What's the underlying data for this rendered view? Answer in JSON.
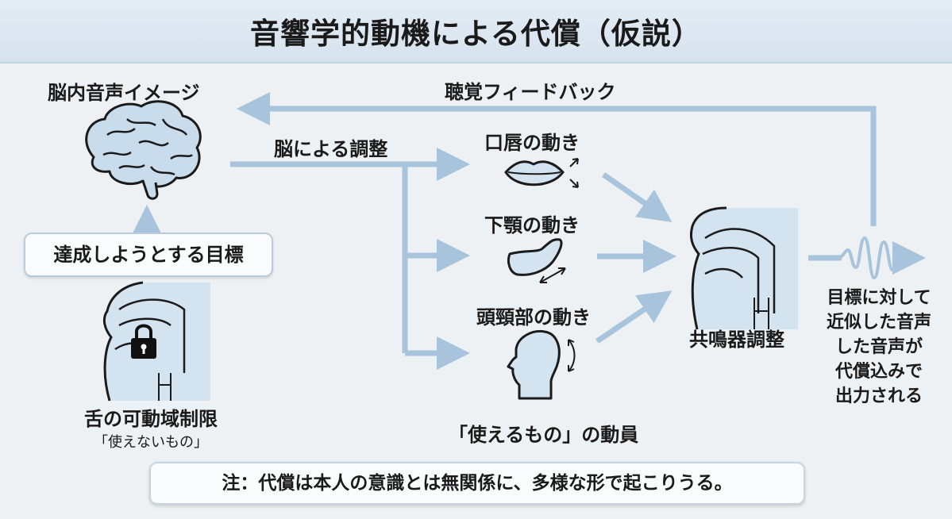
{
  "title": "音響学的動機による代償（仮説）",
  "labels": {
    "brain_image": "脳内音声イメージ",
    "feedback": "聴覚フィードバック",
    "adjust": "脳による調整",
    "lips": "口唇の動き",
    "jaw": "下顎の動き",
    "neck": "頭頸部の動き",
    "resonator": "共鳴器調整",
    "goal": "達成しようとする目標",
    "tongue_limit": "舌の可動域制限",
    "unusable": "「使えないもの」",
    "mobilize": "「使えるもの」の動員",
    "output": [
      "目標に対して",
      "近似した音声",
      "した音声が",
      "代償込みで",
      "出力される"
    ]
  },
  "note": "注：代償は本人の意識とは無関係に、多様な形で起こりうる。",
  "colors": {
    "arrow": "#a7c4dc",
    "fill": "#d4e3f0",
    "line": "#1b1b1b"
  },
  "icons": [
    "brain-icon",
    "lock-icon",
    "lips-icon",
    "jaw-icon",
    "head-icon",
    "head-section-icon",
    "wave-icon"
  ]
}
